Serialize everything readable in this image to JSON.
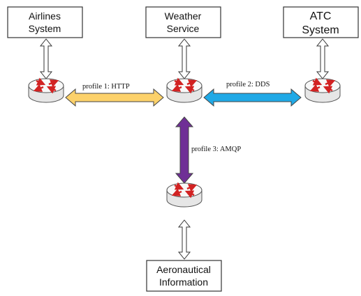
{
  "nodes": {
    "airlines": {
      "lines": [
        "Airlines",
        "System"
      ]
    },
    "weather": {
      "lines": [
        "Weather",
        "Service"
      ]
    },
    "atc": {
      "lines": [
        "ATC",
        "System"
      ]
    },
    "aero": {
      "lines": [
        "Aeronautical",
        "Information"
      ]
    }
  },
  "links": {
    "profile1": {
      "label": "profile 1: HTTP",
      "color": "#fcd16a"
    },
    "profile2": {
      "label": "profile 2: DDS",
      "color": "#20a9e6"
    },
    "profile3": {
      "label": "profile 3: AMQP",
      "color": "#6f2f96"
    }
  },
  "colors": {
    "router_body": "#e6e6e6",
    "router_top": "#f8f8f8",
    "router_arrows": "#d22222"
  }
}
